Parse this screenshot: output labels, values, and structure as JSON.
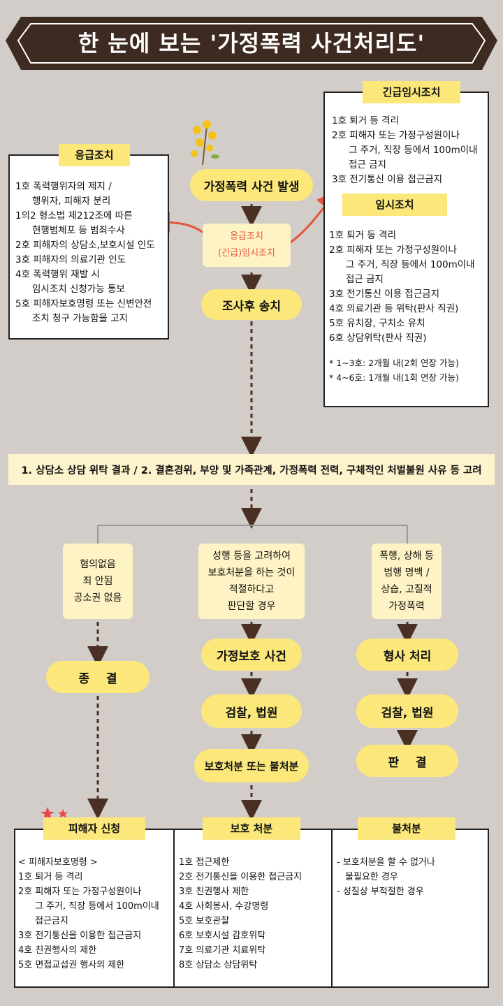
{
  "title": "한 눈에 보는 '가정폭력 사건처리도'",
  "colors": {
    "banner": "#3d2a20",
    "pill": "#fbe77a",
    "light_box": "#fef3c4",
    "background": "#d2cdc9",
    "red_arrow": "#e4553a"
  },
  "flow": {
    "incident": "가정폭력 사건 발생",
    "emergency_label_1": "응급조치",
    "emergency_label_2": "(긴급)임시조치",
    "investigation": "조사후 송치",
    "criteria": "1. 상담소 상담 위탁 결과  /  2. 결혼경위, 부양 및 가족관계, 가정폭력 전력, 구체적인 처벌불원 사유 등 고려",
    "left_condition": [
      "혐의없음",
      "죄 안됨",
      "공소권 없음"
    ],
    "left_result": "종    결",
    "mid_condition": [
      "성행 등을 고려하여",
      "보호처분을 하는 것이",
      "적절하다고",
      "판단할 경우"
    ],
    "mid_step1": "가정보호 사건",
    "mid_step2": "검찰, 법원",
    "mid_step3": "보호처분 또는 불처분",
    "right_condition": [
      "폭행, 상해 등",
      "범행 명백 /",
      "상습, 고질적",
      "가정폭력"
    ],
    "right_step1": "형사 처리",
    "right_step2": "검찰, 법원",
    "right_step3": "판    결"
  },
  "emergency_panel": {
    "title": "응급조치",
    "items": [
      "1호 폭력행위자의 제지 /",
      "행위자, 피해자 분리",
      "1의2 형소법 제212조에 따른",
      "현행범체포 등 범죄수사",
      "2호 피해자의 상담소,보호시설 인도",
      "3호 피해자의 의료기관 인도",
      "4호 폭력행위 재발 시",
      "임시조치 신청가능 통보",
      "5호 피해자보호명령 또는 신변안전",
      "조치 청구 가능함을 고지"
    ]
  },
  "urgent_temp_panel": {
    "title": "긴급임시조치",
    "items": [
      "1호 퇴거 등 격리",
      "2호 피해자 또는 가정구성원이나",
      "그 주거, 직장 등에서 100m이내",
      "접근 금지",
      "3호 전기통신 이용 접근금지"
    ]
  },
  "temp_panel": {
    "title": "임시조치",
    "items": [
      "1호 퇴거 등 격리",
      "2호 피해자 또는 가정구성원이나",
      "그 주거, 직장 등에서 100m이내",
      "접근 금지",
      "3호 전기통신 이용 접근금지",
      "4호 의료기관 등 위탁(판사 직권)",
      "5호 유치장, 구치소 유치",
      "6호 상담위탁(판사 직권)"
    ],
    "notes": [
      "*  1~3호: 2개월 내(2회 연장 가능)",
      "*  4~6호: 1개월 내(1회 연장 가능)"
    ]
  },
  "victim_panel": {
    "title": "피해자 신청",
    "items": [
      "< 피해자보호명령 >",
      "1호 퇴거 등 격리",
      "2호 피해자 또는 가정구성원이나",
      "그 주거, 직장 등에서 100m이내",
      "접근금지",
      "3호 전기통신을 이용한 접근금지",
      "4호 친권행사의 제한",
      "5호 면접교섭권 행사의 제한"
    ]
  },
  "protection_panel": {
    "title": "보호 처분",
    "items": [
      "1호  접근제한",
      "2호  전기통신을 이용한 접근금지",
      "3호  친권행사 제한",
      "4호  사회봉사, 수강명령",
      "5호  보호관찰",
      "6호  보호시설 감호위탁",
      "7호  의료기관 치료위탁",
      "8호  상담소 상담위탁"
    ]
  },
  "nonprotection_panel": {
    "title": "불처분",
    "items": [
      "- 보호처분을 할 수 없거나",
      "불필요한 경우",
      "- 성질상 부적절한 경우"
    ]
  }
}
